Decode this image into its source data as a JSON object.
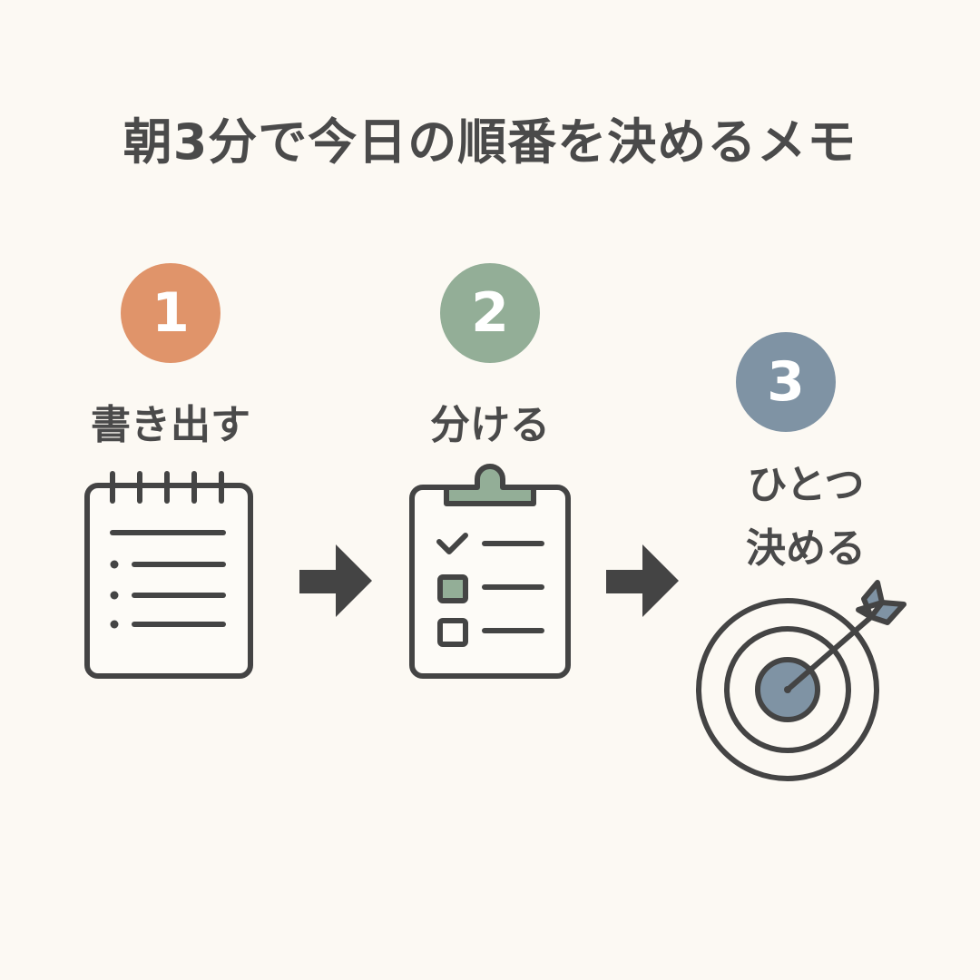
{
  "title": "朝3分で今日の順番を決めるメモ",
  "colors": {
    "background": "#fcf9f3",
    "text": "#4a4a4a",
    "step1": "#e0946a",
    "step2": "#93ae97",
    "step3": "#7f93a4",
    "stroke": "#444444"
  },
  "steps": [
    {
      "number": "1",
      "label": "書き出す",
      "icon": "notepad-icon"
    },
    {
      "number": "2",
      "label": "分ける",
      "icon": "clipboard-checklist-icon"
    },
    {
      "number": "3",
      "label_line1": "ひとつ",
      "label_line2": "決める",
      "icon": "target-arrow-icon"
    }
  ]
}
